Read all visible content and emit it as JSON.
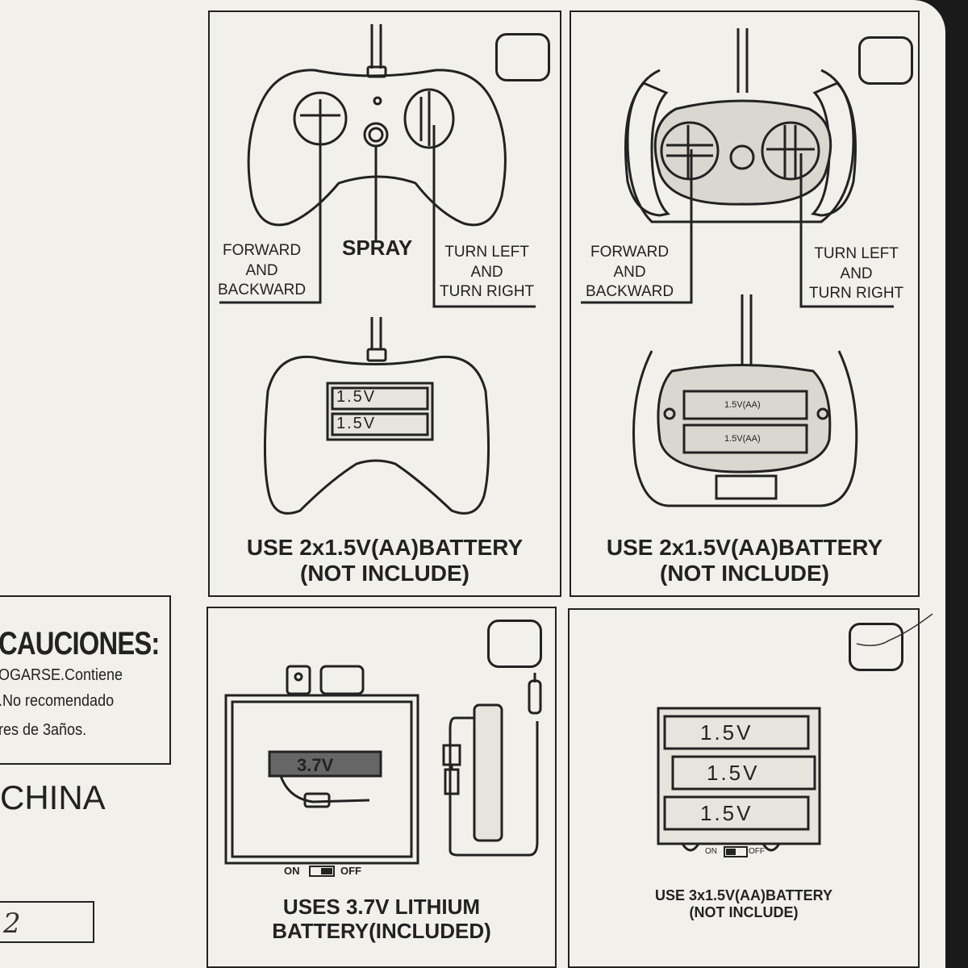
{
  "panels": {
    "gamepad": {
      "label_left": [
        "FORWARD",
        "AND",
        "BACKWARD"
      ],
      "label_center": "SPRAY",
      "label_right": [
        "TURN LEFT",
        "AND",
        "TURN RIGHT"
      ],
      "battery_cells": [
        "1.5V",
        "1.5V"
      ],
      "caption_line1": "USE 2x1.5V(AA)BATTERY",
      "caption_line2": "(NOT INCLUDE)"
    },
    "wheel": {
      "label_left": [
        "FORWARD",
        "AND",
        "BACKWARD"
      ],
      "label_right": [
        "TURN LEFT",
        "AND",
        "TURN RIGHT"
      ],
      "battery_cells": [
        "1.5V(AA)",
        "1.5V(AA)"
      ],
      "caption_line1": "USE 2x1.5V(AA)BATTERY",
      "caption_line2": "(NOT INCLUDE)"
    },
    "lithium": {
      "battery_label": "3.7V",
      "switch_on": "ON",
      "switch_off": "OFF",
      "caption_line1": "USES 3.7V LITHIUM",
      "caption_line2": "BATTERY(INCLUDED)"
    },
    "aa3": {
      "battery_cells": [
        "1.5V",
        "1.5V",
        "1.5V"
      ],
      "switch_on": "ON",
      "switch_off": "OFF",
      "caption_line1": "USE 3x1.5V(AA)BATTERY",
      "caption_line2": "(NOT INCLUDE)"
    }
  },
  "caution": {
    "title": "CAUCIONES:",
    "lines": [
      "OGARSE.Contiene",
      ".No recomendado",
      "res de 3años."
    ]
  },
  "made_in": "CHINA",
  "box_mark": "2"
}
